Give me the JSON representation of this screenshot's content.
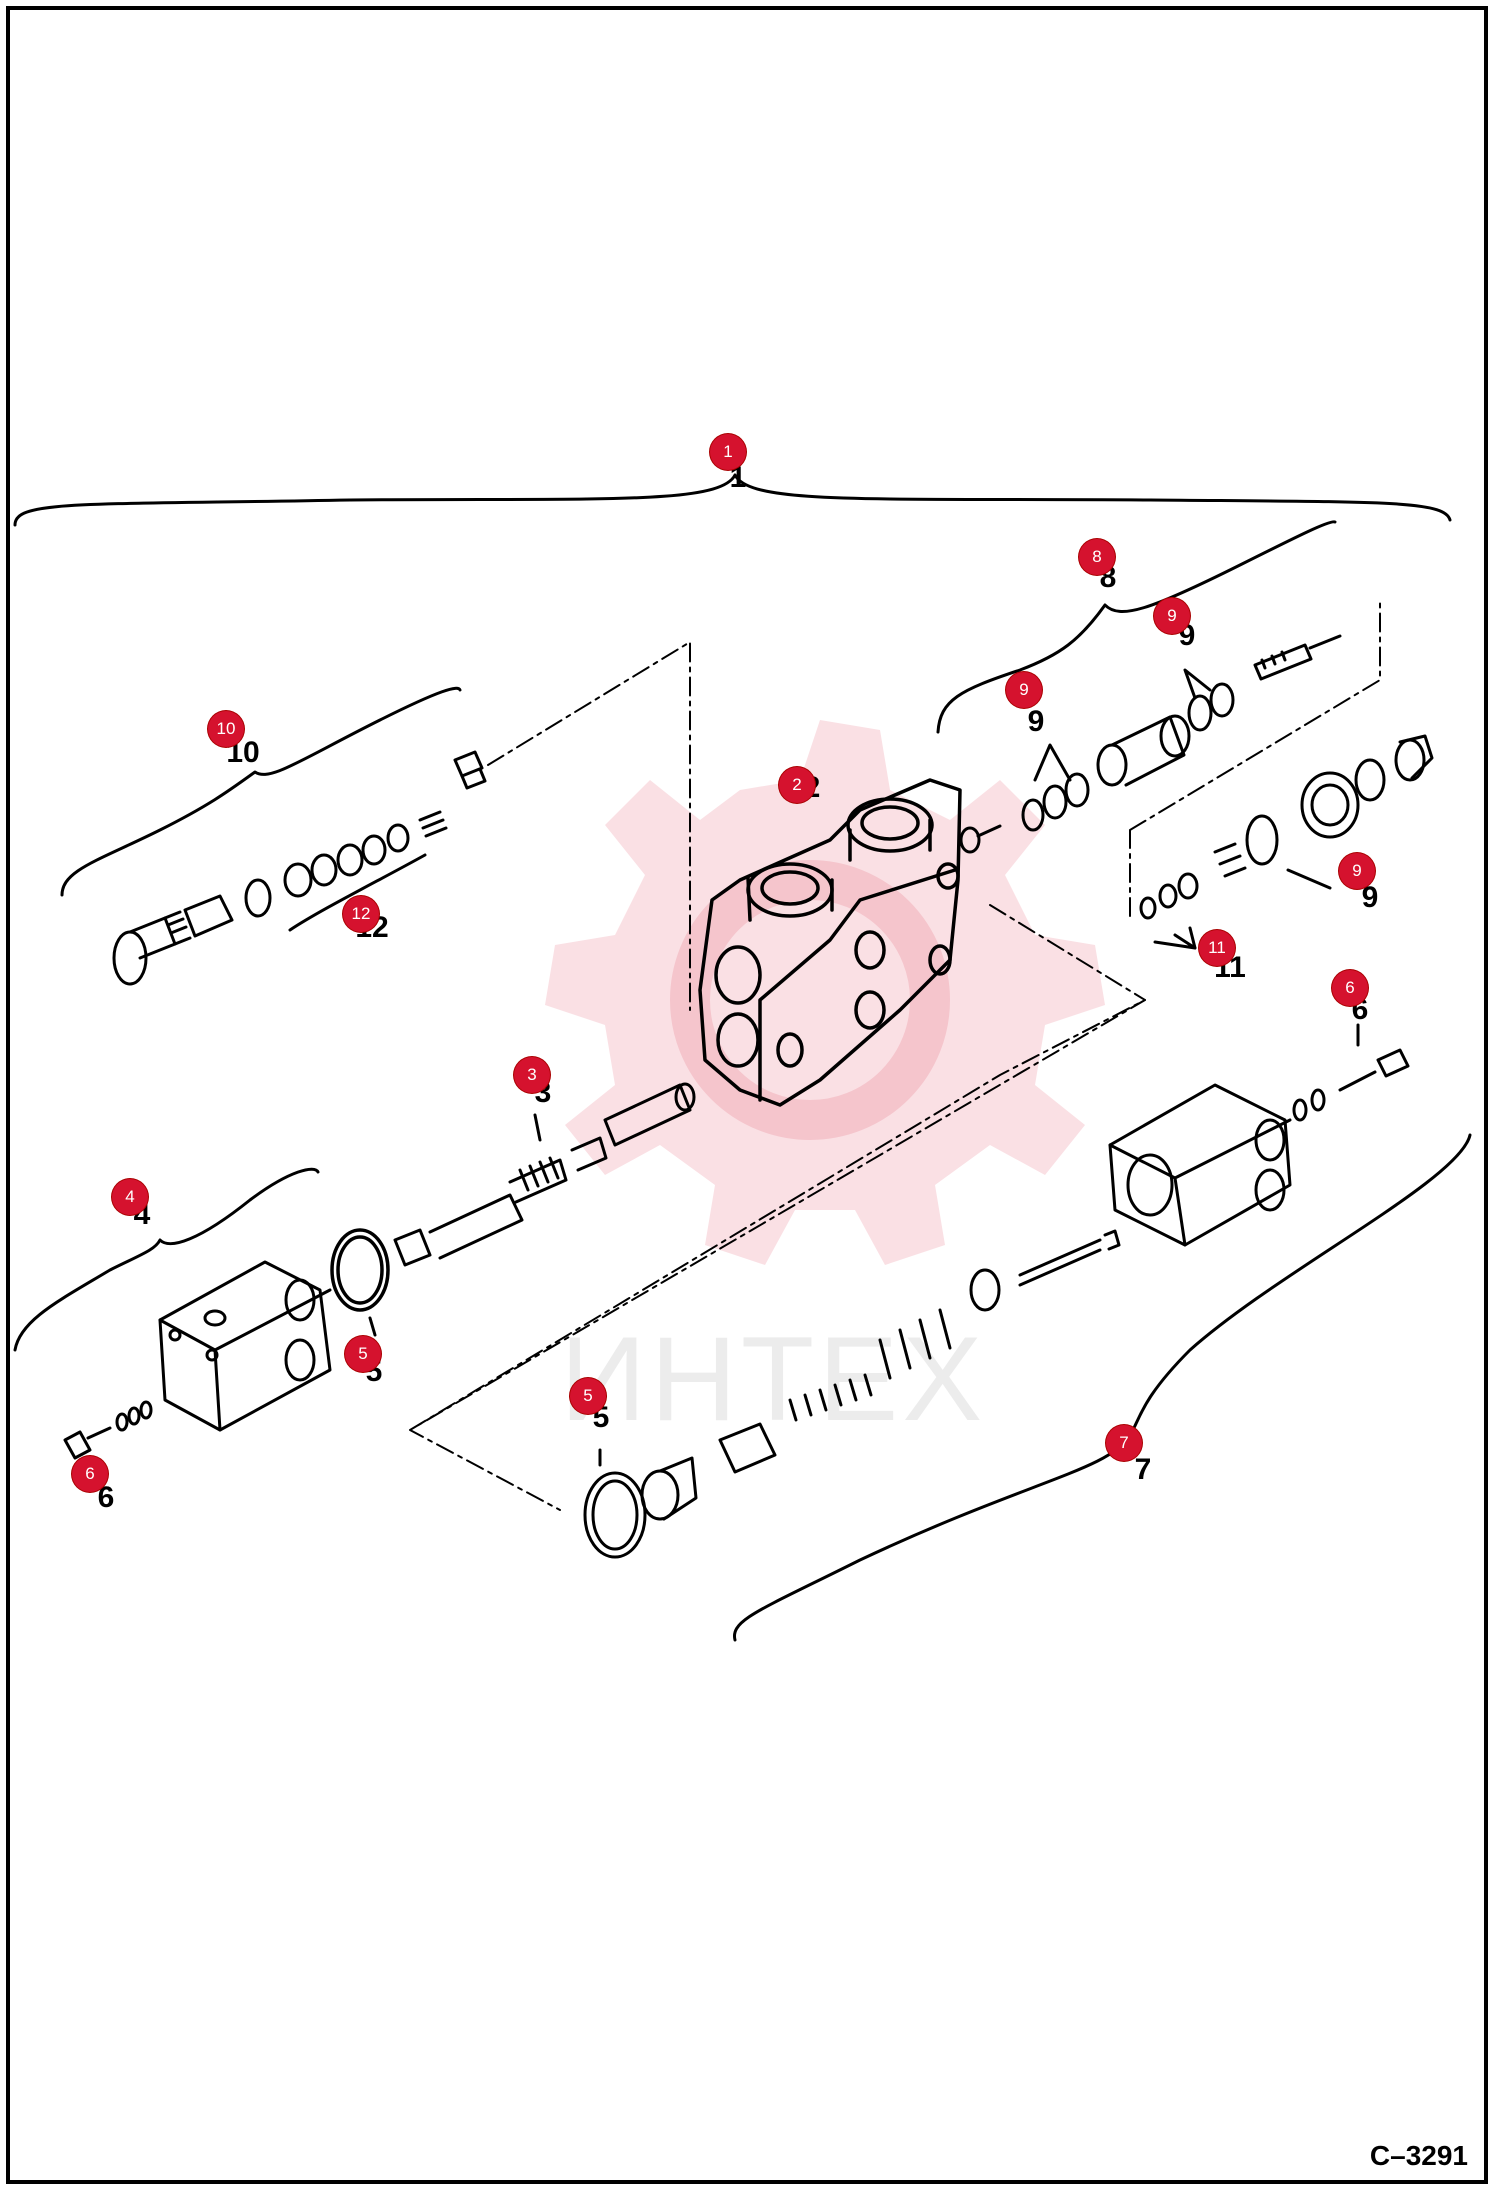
{
  "drawing_code": "C–3291",
  "watermark_text": "ИНТЕХ",
  "accent_color": "#d5122e",
  "callouts": [
    {
      "num": "1"
    },
    {
      "num": "2"
    },
    {
      "num": "3"
    },
    {
      "num": "4"
    },
    {
      "num": "5"
    },
    {
      "num": "5"
    },
    {
      "num": "6"
    },
    {
      "num": "6"
    },
    {
      "num": "7"
    },
    {
      "num": "8"
    },
    {
      "num": "9"
    },
    {
      "num": "9"
    },
    {
      "num": "9"
    },
    {
      "num": "10"
    },
    {
      "num": "11"
    },
    {
      "num": "12"
    }
  ]
}
